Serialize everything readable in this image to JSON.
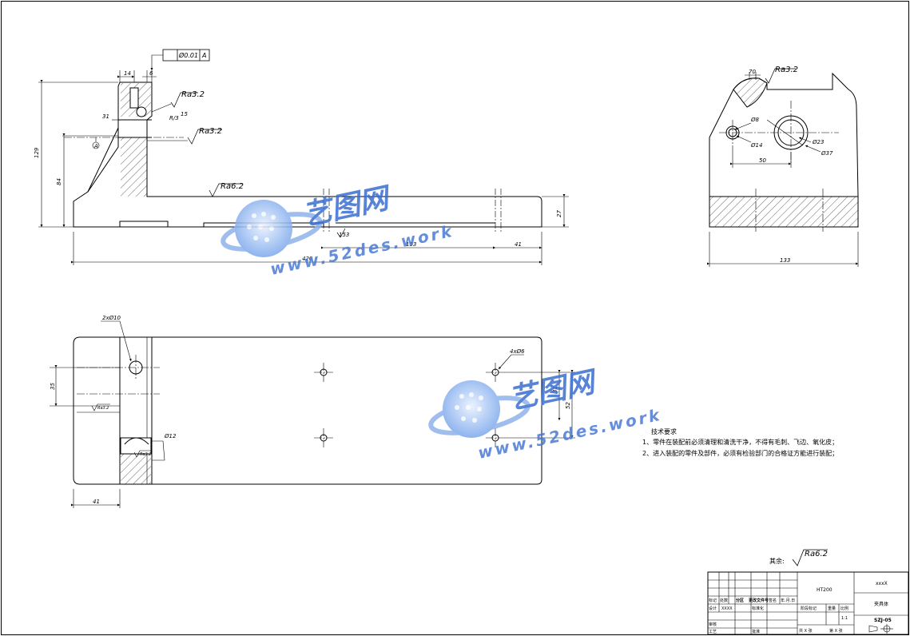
{
  "gdt": {
    "tolerance": "Ø0.01",
    "datum": "A"
  },
  "datum_label": "A",
  "roughness": {
    "r1": "Ra3.2",
    "r2": "Ra3.2",
    "r3": "Ra6.2",
    "r4": "Ra3.2"
  },
  "front_view": {
    "dims": {
      "d14": "14",
      "d6": "6",
      "d31": "31",
      "d15": "15",
      "d129": "129",
      "d84": "84",
      "d27": "27",
      "d153": "153",
      "d41": "41",
      "d420": "420",
      "d153b": "153",
      "r3": "R/3"
    }
  },
  "side_view": {
    "dims": {
      "d70": "70",
      "d8": "Ø8",
      "d14": "Ø14",
      "d23": "Ø23",
      "d37": "Ø37",
      "d50": "50",
      "d133": "133"
    }
  },
  "top_view": {
    "dims": {
      "d2x10": "2xØ10",
      "d4x6": "4xØ6",
      "d35": "35",
      "d31": "31",
      "d52": "52",
      "d12": "Ø12",
      "d41": "41",
      "ra_small1": "Ra3.2",
      "ra_small2": "Ra3.2"
    }
  },
  "tech": {
    "title": "技术要求",
    "line1": "1、零件在装配前必须清理和清洗干净，不得有毛刺、飞边、氧化皮；",
    "line2": "2、进入装配的零件及部件，必须有检验部门的合格证方能进行装配；"
  },
  "other_roughness": {
    "label": "其余:",
    "value": "Ra6.2"
  },
  "watermark": {
    "brand": "艺图网",
    "url": "www.52des.work"
  },
  "title_block": {
    "material": "HT200",
    "code": "xxxX",
    "part_name": "夹具体",
    "scale_value": "1:1",
    "drawing_no": "SZJ-05",
    "headers": {
      "mark": "标记",
      "count": "处数",
      "zone": "分区",
      "change_doc": "更改文件号",
      "sign": "签名",
      "date": "年.月.日"
    },
    "design": "设计",
    "design_name": "XXXX",
    "standardize": "标准化",
    "review": "审核",
    "process": "工艺",
    "approve": "批准",
    "stage_mark": "阶段标记",
    "weight": "重量",
    "scale": "比例",
    "sheets": "共 X 张",
    "sheet_no": "第 X 张"
  },
  "colors": {
    "line": "#000000",
    "watermark_blue": "#3b6fd1",
    "watermark_light": "#8fb3ea"
  }
}
